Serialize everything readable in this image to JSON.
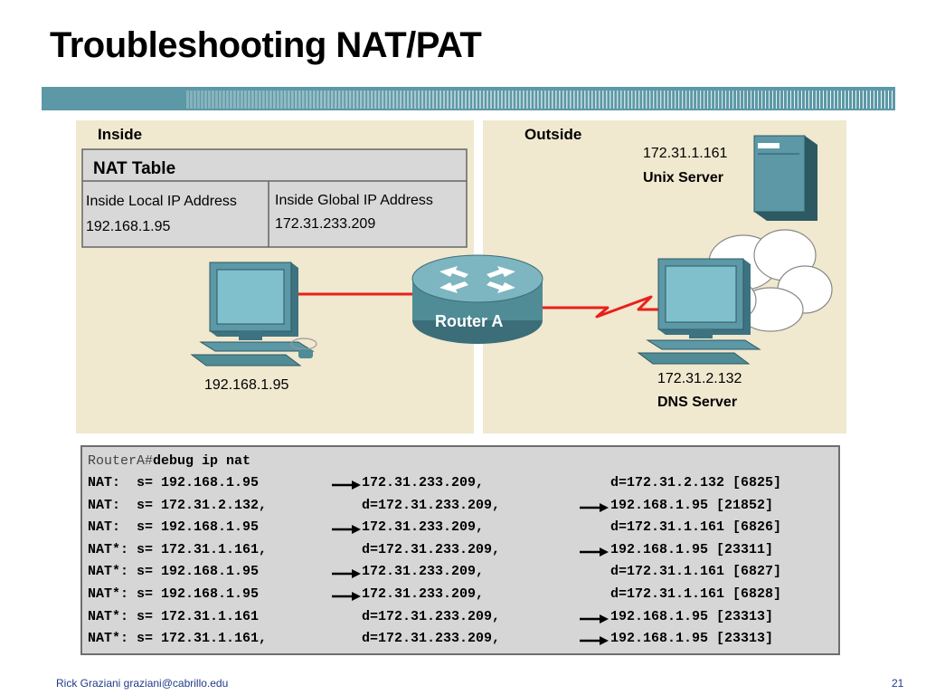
{
  "title": "Troubleshooting NAT/PAT",
  "diagram": {
    "inside_label": "Inside",
    "outside_label": "Outside",
    "nat_table": {
      "heading": "NAT Table",
      "col1_header": "Inside Local IP Address",
      "col2_header": "Inside Global IP Address",
      "col1_value": "192.168.1.95",
      "col2_value": "172.31.233.209"
    },
    "host_ip": "192.168.1.95",
    "router_label": "Router A",
    "unix_ip": "172.31.1.161",
    "unix_name": "Unix Server",
    "dns_ip": "172.31.2.132",
    "dns_name": "DNS Server"
  },
  "console": {
    "prompt": "RouterA#",
    "command": "debug ip nat",
    "lines": [
      {
        "prefix": "NAT:  ",
        "a": "s= 192.168.1.95",
        "a_arrow": true,
        "b": "172.31.233.209,",
        "c_arrow": false,
        "c": "d=172.31.2.132 [6825]"
      },
      {
        "prefix": "NAT:  ",
        "a": "s= 172.31.2.132,",
        "a_arrow": false,
        "b": "d=172.31.233.209,",
        "c_arrow": true,
        "c": "192.168.1.95 [21852]"
      },
      {
        "prefix": "NAT:  ",
        "a": "s= 192.168.1.95",
        "a_arrow": true,
        "b": "172.31.233.209,",
        "c_arrow": false,
        "c": "d=172.31.1.161 [6826]"
      },
      {
        "prefix": "NAT*: ",
        "a": "s= 172.31.1.161,",
        "a_arrow": false,
        "b": "d=172.31.233.209,",
        "c_arrow": true,
        "c": "192.168.1.95 [23311]"
      },
      {
        "prefix": "NAT*: ",
        "a": "s= 192.168.1.95",
        "a_arrow": true,
        "b": "172.31.233.209,",
        "c_arrow": false,
        "c": "d=172.31.1.161 [6827]"
      },
      {
        "prefix": "NAT*: ",
        "a": "s= 192.168.1.95",
        "a_arrow": true,
        "b": "172.31.233.209,",
        "c_arrow": false,
        "c": "d=172.31.1.161 [6828]"
      },
      {
        "prefix": "NAT*: ",
        "a": "s= 172.31.1.161",
        "a_arrow": false,
        "b": "d=172.31.233.209,",
        "c_arrow": true,
        "c": "192.168.1.95 [23313]"
      },
      {
        "prefix": "NAT*: ",
        "a": "s= 172.31.1.161,",
        "a_arrow": false,
        "b": "d=172.31.233.209,",
        "c_arrow": true,
        "c": "192.168.1.95 [23313]"
      }
    ]
  },
  "footer": {
    "author": "Rick Graziani  graziani@cabrillo.edu",
    "page": "21"
  },
  "colors": {
    "panel": "#f0e8cf",
    "teal": "#4f8c96",
    "link_red": "#e8201a",
    "console_bg": "#d6d6d6"
  }
}
